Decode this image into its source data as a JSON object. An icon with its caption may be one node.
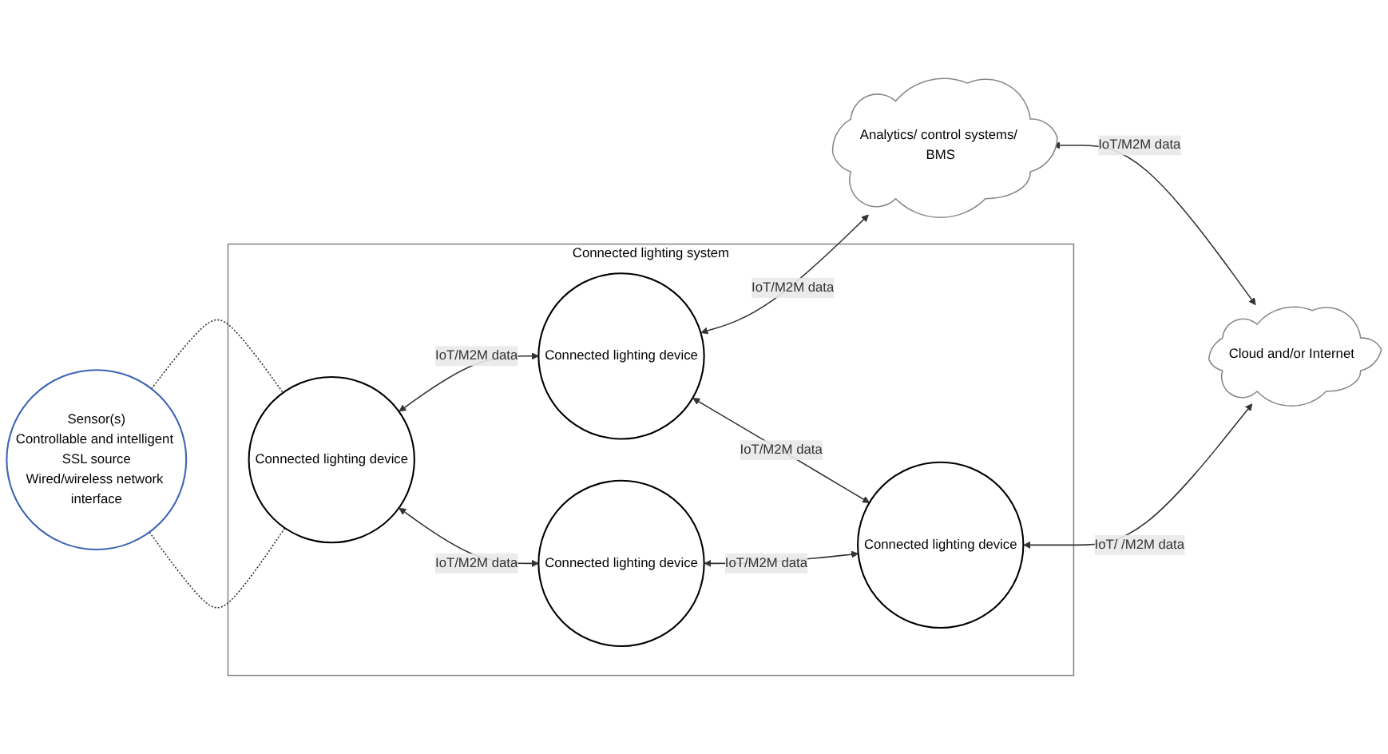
{
  "diagram": {
    "nodes": [
      {
        "text": [
          "Sensor(s)",
          "Controllable and intelligent SSL source",
          "Wired/wireless network interface"
        ]
      },
      {
        "text": [
          "Connected lighting system"
        ]
      },
      {
        "text": [
          "Connected lighting device"
        ],
        "in": 1
      },
      {
        "text": [
          "Connected lighting device"
        ],
        "in": 1
      },
      {
        "text": [
          "Connected lighting device"
        ],
        "in": 1
      },
      {
        "text": [
          "Connected lighting device"
        ],
        "in": 1
      },
      {
        "text": [
          "Analytics/ control systems/ BMS"
        ]
      },
      {
        "text": [
          "Cloud and/or Internet"
        ]
      }
    ],
    "edges": [
      {
        "from": 0,
        "to": 2,
        "arrow": "none",
        "style": "dashed"
      },
      {
        "from": 0,
        "to": 2,
        "arrow": "none",
        "style": "dashed"
      },
      {
        "from": 2,
        "to": 3,
        "arrow": "both",
        "label": "IoT/M2M data"
      },
      {
        "from": 2,
        "to": 4,
        "arrow": "both",
        "label": "IoT/M2M data"
      },
      {
        "from": 3,
        "to": 6,
        "arrow": "both",
        "label": "IoT/M2M data"
      },
      {
        "from": 3,
        "to": 5,
        "arrow": "both",
        "label": "IoT/M2M data"
      },
      {
        "from": 4,
        "to": 5,
        "arrow": "both",
        "label": "IoT/M2M data"
      },
      {
        "from": 5,
        "to": 7,
        "arrow": "both",
        "label": "IoT/ /M2M data"
      },
      {
        "from": 6,
        "to": 7,
        "arrow": "both",
        "label": "IoT/M2M data"
      }
    ]
  }
}
